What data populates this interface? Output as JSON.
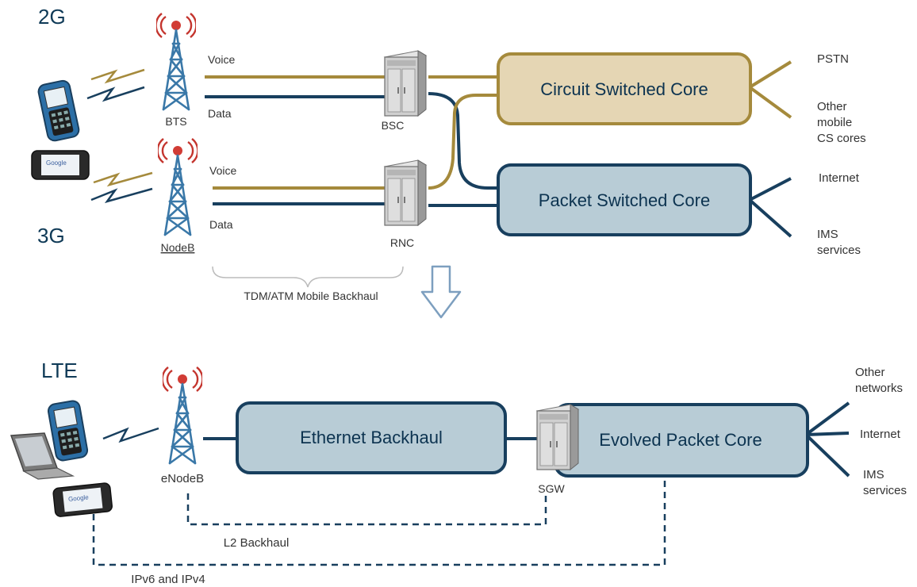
{
  "generations": {
    "g2": "2G",
    "g3": "3G",
    "lte": "LTE"
  },
  "towers": {
    "bts": "BTS",
    "nodeb": "NodeB",
    "enodeb": "eNodeB"
  },
  "links": {
    "voice": "Voice",
    "data": "Data"
  },
  "controllers": {
    "bsc": "BSC",
    "rnc": "RNC",
    "sgw": "SGW"
  },
  "cores": {
    "circuit": "Circuit Switched Core",
    "packet": "Packet Switched Core",
    "ethernet": "Ethernet Backhaul",
    "evolved": "Evolved Packet Core"
  },
  "destinations": {
    "pstn": "PSTN",
    "other_cs": [
      "Other",
      "mobile",
      "CS cores"
    ],
    "internet_top": "Internet",
    "ims_top": [
      "IMS",
      "services"
    ],
    "other_networks": [
      "Other",
      "networks"
    ],
    "internet_bottom": "Internet",
    "ims_bottom": [
      "IMS",
      "services"
    ]
  },
  "backhaul": {
    "tdm": "TDM/ATM Mobile Backhaul",
    "l2": "L2 Backhaul",
    "ip": "IPv6 and IPv4"
  },
  "device_screen_text": "Google",
  "colors": {
    "voice_line": "#a58a3c",
    "data_line": "#183f5e",
    "circuit_fill": "#e5d6b4",
    "circuit_stroke": "#a58a3c",
    "packet_fill": "#b8ccd6",
    "packet_stroke": "#183f5e",
    "tower": "#3a78a8",
    "signal": "#c4352e"
  }
}
